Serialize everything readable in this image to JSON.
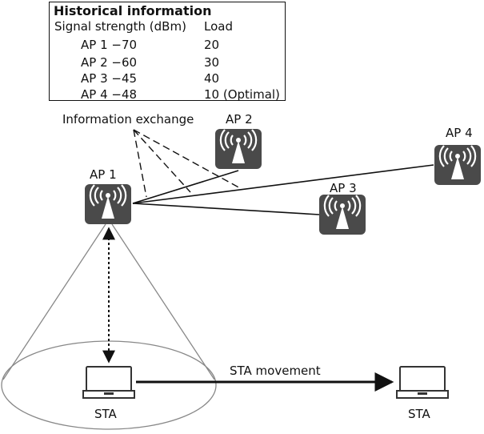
{
  "info_box": {
    "title": "Historical information",
    "col_signal": "Signal strength (dBm)",
    "col_load": "Load",
    "rows": [
      {
        "ap": "AP 1 −70",
        "load": "20"
      },
      {
        "ap": "AP 2 −60",
        "load": "30"
      },
      {
        "ap": "AP 3 −45",
        "load": "40"
      },
      {
        "ap": "AP 4 −48",
        "load": "10 (Optimal)"
      }
    ]
  },
  "labels": {
    "info_exchange": "Information exchange",
    "ap1": "AP 1",
    "ap2": "AP 2",
    "ap3": "AP 3",
    "ap4": "AP 4",
    "sta_movement": "STA movement",
    "sta_left": "STA",
    "sta_right": "STA"
  },
  "icons": {
    "access_point": "wireless-access-point-icon",
    "station": "laptop-icon"
  },
  "colors": {
    "ap_fill": "#4a4a4a",
    "line": "#111111",
    "coverage": "#888888"
  }
}
